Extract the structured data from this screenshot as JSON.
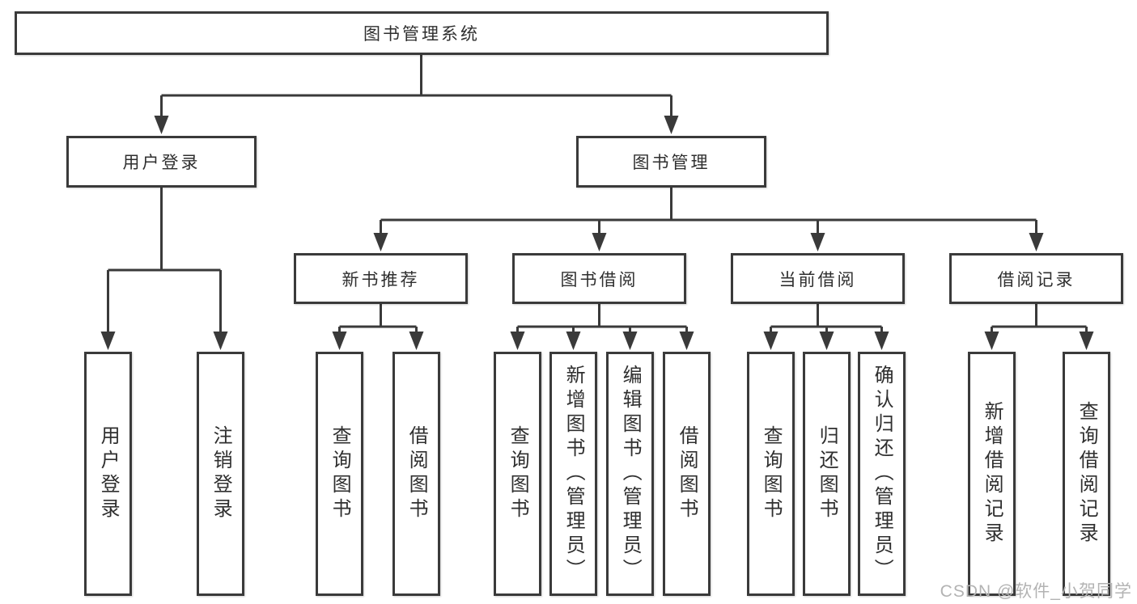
{
  "diagram": {
    "type": "hierarchy-tree",
    "root": {
      "label": "图书管理系统"
    },
    "branches": [
      {
        "label": "用户登录",
        "leaves": [
          {
            "label": "用户登录"
          },
          {
            "label": "注销登录"
          }
        ]
      },
      {
        "label": "图书管理",
        "sections": [
          {
            "label": "新书推荐",
            "leaves": [
              {
                "label": "查询图书"
              },
              {
                "label": "借阅图书"
              }
            ]
          },
          {
            "label": "图书借阅",
            "leaves": [
              {
                "label": "查询图书"
              },
              {
                "label": "新增图书（管理员）"
              },
              {
                "label": "编辑图书（管理员）"
              },
              {
                "label": "借阅图书"
              }
            ]
          },
          {
            "label": "当前借阅",
            "leaves": [
              {
                "label": "查询图书"
              },
              {
                "label": "归还图书"
              },
              {
                "label": "确认归还（管理员）"
              }
            ]
          },
          {
            "label": "借阅记录",
            "leaves": [
              {
                "label": "新增借阅记录"
              },
              {
                "label": "查询借阅记录"
              }
            ]
          }
        ]
      }
    ]
  },
  "watermark": {
    "text": "CSDN @软件_小贺同学"
  },
  "colors": {
    "line": "#3a3a3a",
    "box_border": "#3a3a3a",
    "box_fill": "#ffffff",
    "text": "#2f2f2f",
    "watermark": "#b3b3b3",
    "background": "#ffffff"
  }
}
